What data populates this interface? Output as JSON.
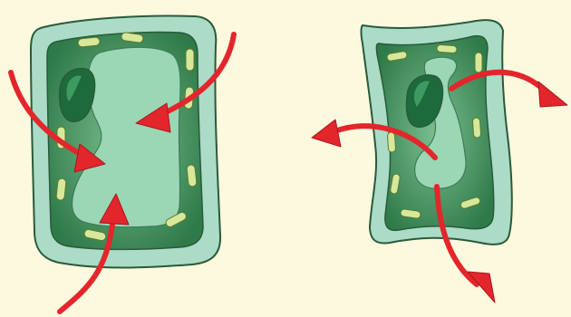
{
  "colors": {
    "background": "#fdf9df",
    "cell_wall": "#aadcc7",
    "cell_wall_stroke": "#2a5a3a",
    "cytoplasm_dark": "#2f7a49",
    "cytoplasm_light": "#7bbf8f",
    "vacuole": "#9bd6b5",
    "vacuole_stroke": "#3d7c58",
    "nucleus": "#1d6a3c",
    "nucleus_highlight": "#3f9a62",
    "chloroplast": "#d8e89a",
    "chloroplast_stroke": "#5b7a2e",
    "arrow": "#e3262c",
    "arrow_stroke": "#a81820"
  },
  "cells": [
    {
      "state": "turgid",
      "water_flow": "inward"
    },
    {
      "state": "plasmolysed",
      "water_flow": "outward"
    }
  ]
}
